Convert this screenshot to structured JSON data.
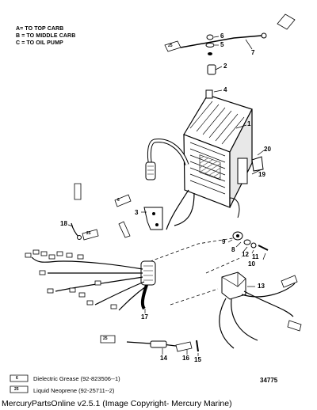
{
  "legend": {
    "line_a": "A= TO TOP CARB",
    "line_b": "B = TO MIDDLE CARB",
    "line_c": "C = TO OIL PUMP"
  },
  "callouts": [
    "1",
    "2",
    "3",
    "4",
    "5",
    "6",
    "7",
    "8",
    "9",
    "10",
    "11",
    "12",
    "13",
    "14",
    "15",
    "16",
    "17",
    "18",
    "19",
    "20"
  ],
  "tube_labels": {
    "grease": "6",
    "neoprene": "25"
  },
  "key": {
    "grease_text": "Dielectric Grease (92-823506--1)",
    "neoprene_text": "Liquid Neoprene (92-25711--2)"
  },
  "figure_number": "34775",
  "footer": {
    "copyright": "MercuryPartsOnline v2.5.1 (Image Copyright- Mercury Marine)"
  }
}
